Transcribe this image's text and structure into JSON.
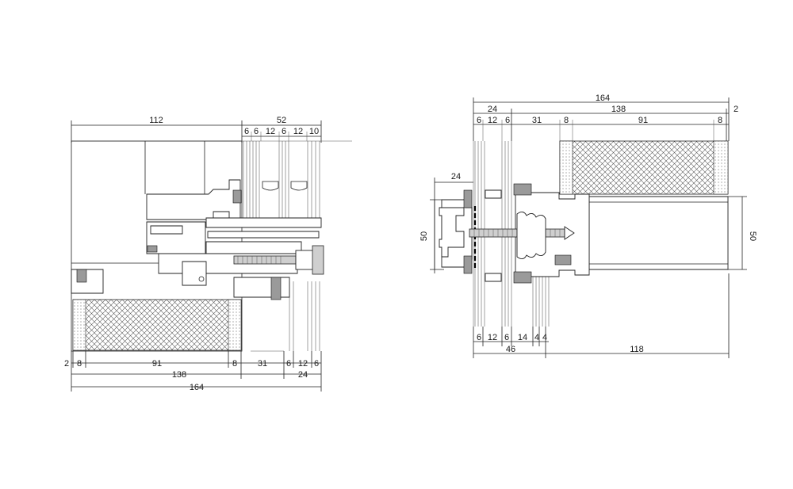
{
  "left_section": {
    "top_dims": [
      "112",
      "52",
      "6",
      "6",
      "12",
      "6",
      "12",
      "10"
    ],
    "bottom_dims_row1": [
      "2",
      "8",
      "91",
      "8",
      "31",
      "6",
      "12",
      "6"
    ],
    "bottom_dims_row2": [
      "138",
      "24"
    ],
    "bottom_dims_row3": [
      "164"
    ]
  },
  "right_section": {
    "top_dims_row1": [
      "164"
    ],
    "top_dims_row2": [
      "24",
      "138",
      "2"
    ],
    "top_dims_row3": [
      "6",
      "12",
      "6",
      "31",
      "8",
      "91",
      "8"
    ],
    "side_dims": [
      "24",
      "50",
      "50"
    ],
    "bottom_dims_row1": [
      "6",
      "12",
      "6",
      "14",
      "4",
      "4"
    ],
    "bottom_dims_row2": [
      "46",
      "118"
    ]
  },
  "colors": {
    "line": "#222222",
    "hatch": "#555555",
    "gasket": "#9a9a9a",
    "background": "#ffffff"
  }
}
